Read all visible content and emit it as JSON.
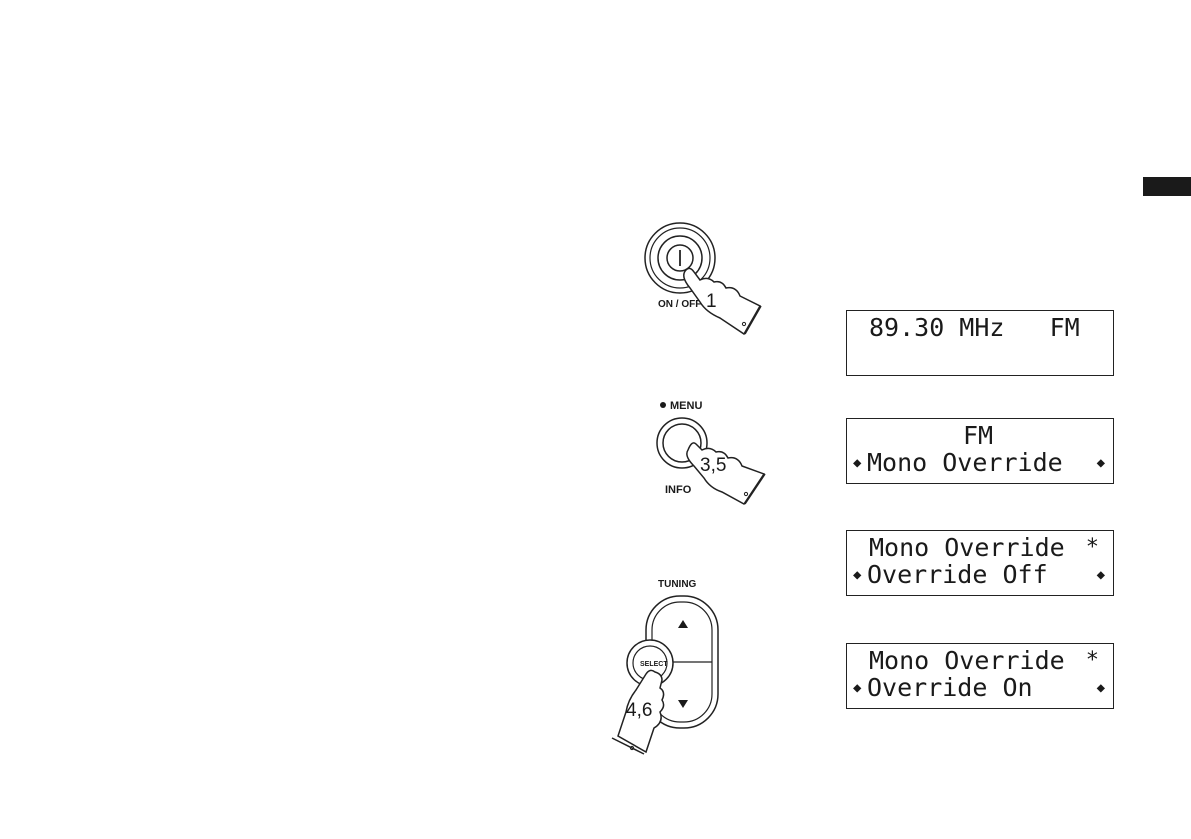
{
  "labels": {
    "on_off": "ON / OFF",
    "menu": "MENU",
    "info": "INFO",
    "tuning": "TUNING",
    "select": "SELECT"
  },
  "step_numbers": {
    "power": "1",
    "menu": "3,5",
    "select": "4,6"
  },
  "displays": [
    {
      "line1": "89.30 MHz   FM",
      "line2": ""
    },
    {
      "line1": "FM",
      "line2": "Mono Override"
    },
    {
      "line1": "Mono Override",
      "line2": "Override Off"
    },
    {
      "line1": "Mono Override",
      "line2": "Override On"
    }
  ],
  "symbols": {
    "nav_left": "◆",
    "nav_right": "◆",
    "selected": "*"
  }
}
